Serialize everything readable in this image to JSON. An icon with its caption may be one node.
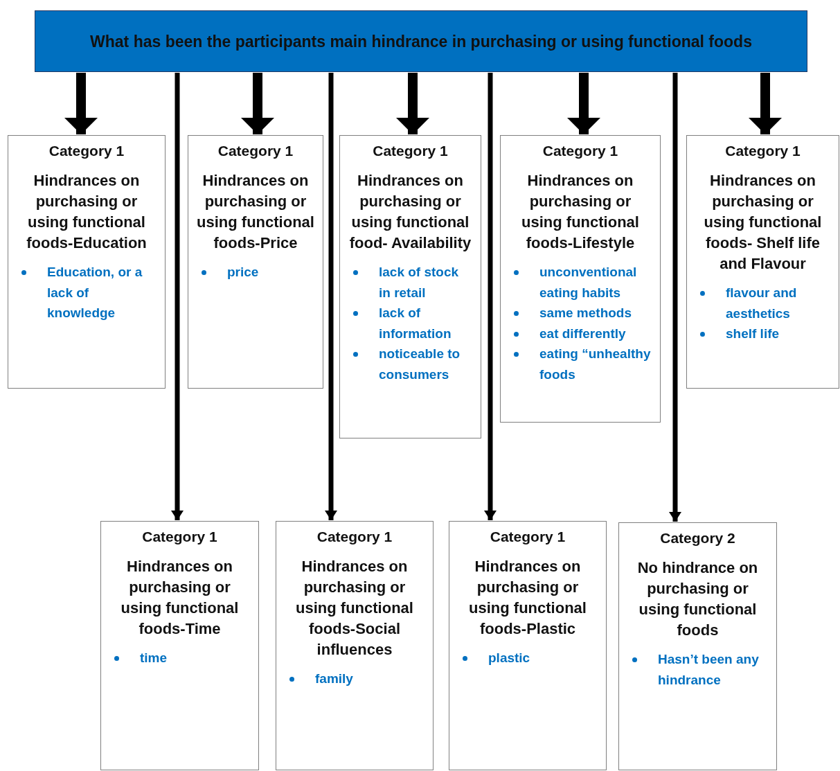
{
  "diagram": {
    "nodes": [
      {
        "text": [
          "What has been the participants main hindrance in purchasing or using functional foods"
        ]
      },
      {
        "text": [
          "Category 1",
          "Hindrances on purchasing or using functional foods-Education",
          "Education, or a lack of knowledge"
        ]
      },
      {
        "text": [
          "Category 1",
          "Hindrances on purchasing or using functional foods-Price",
          "price"
        ]
      },
      {
        "text": [
          "Category 1",
          "Hindrances on purchasing or using functional food- Availability",
          "lack of stock in retail",
          "lack of information",
          "noticeable to consumers"
        ]
      },
      {
        "text": [
          "Category 1",
          "Hindrances on purchasing or using functional foods-Lifestyle",
          "unconventional eating habits",
          "same methods",
          "eat differently",
          "eating “unhealthy foods"
        ]
      },
      {
        "text": [
          "Category 1",
          "Hindrances on purchasing or using functional foods- Shelf life and Flavour",
          "flavour and aesthetics",
          "shelf life"
        ]
      },
      {
        "text": [
          "Category 1",
          "Hindrances on purchasing or using functional foods-Time",
          "time"
        ]
      },
      {
        "text": [
          "Category 1",
          "Hindrances on purchasing or using functional foods-Social influences",
          "family"
        ]
      },
      {
        "text": [
          "Category 1",
          "Hindrances on purchasing or using functional foods-Plastic",
          "plastic"
        ]
      },
      {
        "text": [
          "Category 2",
          "No hindrance on purchasing or using functional foods",
          "Hasn’t been any hindrance"
        ]
      }
    ],
    "edges": [
      {
        "from": 0,
        "to": 1,
        "arrow": "to"
      },
      {
        "from": 0,
        "to": 2,
        "arrow": "to"
      },
      {
        "from": 0,
        "to": 3,
        "arrow": "to"
      },
      {
        "from": 0,
        "to": 4,
        "arrow": "to"
      },
      {
        "from": 0,
        "to": 5,
        "arrow": "to"
      },
      {
        "from": 0,
        "to": 6,
        "arrow": "to"
      },
      {
        "from": 0,
        "to": 7,
        "arrow": "to"
      },
      {
        "from": 0,
        "to": 8,
        "arrow": "to"
      },
      {
        "from": 0,
        "to": 9,
        "arrow": "to"
      }
    ]
  }
}
